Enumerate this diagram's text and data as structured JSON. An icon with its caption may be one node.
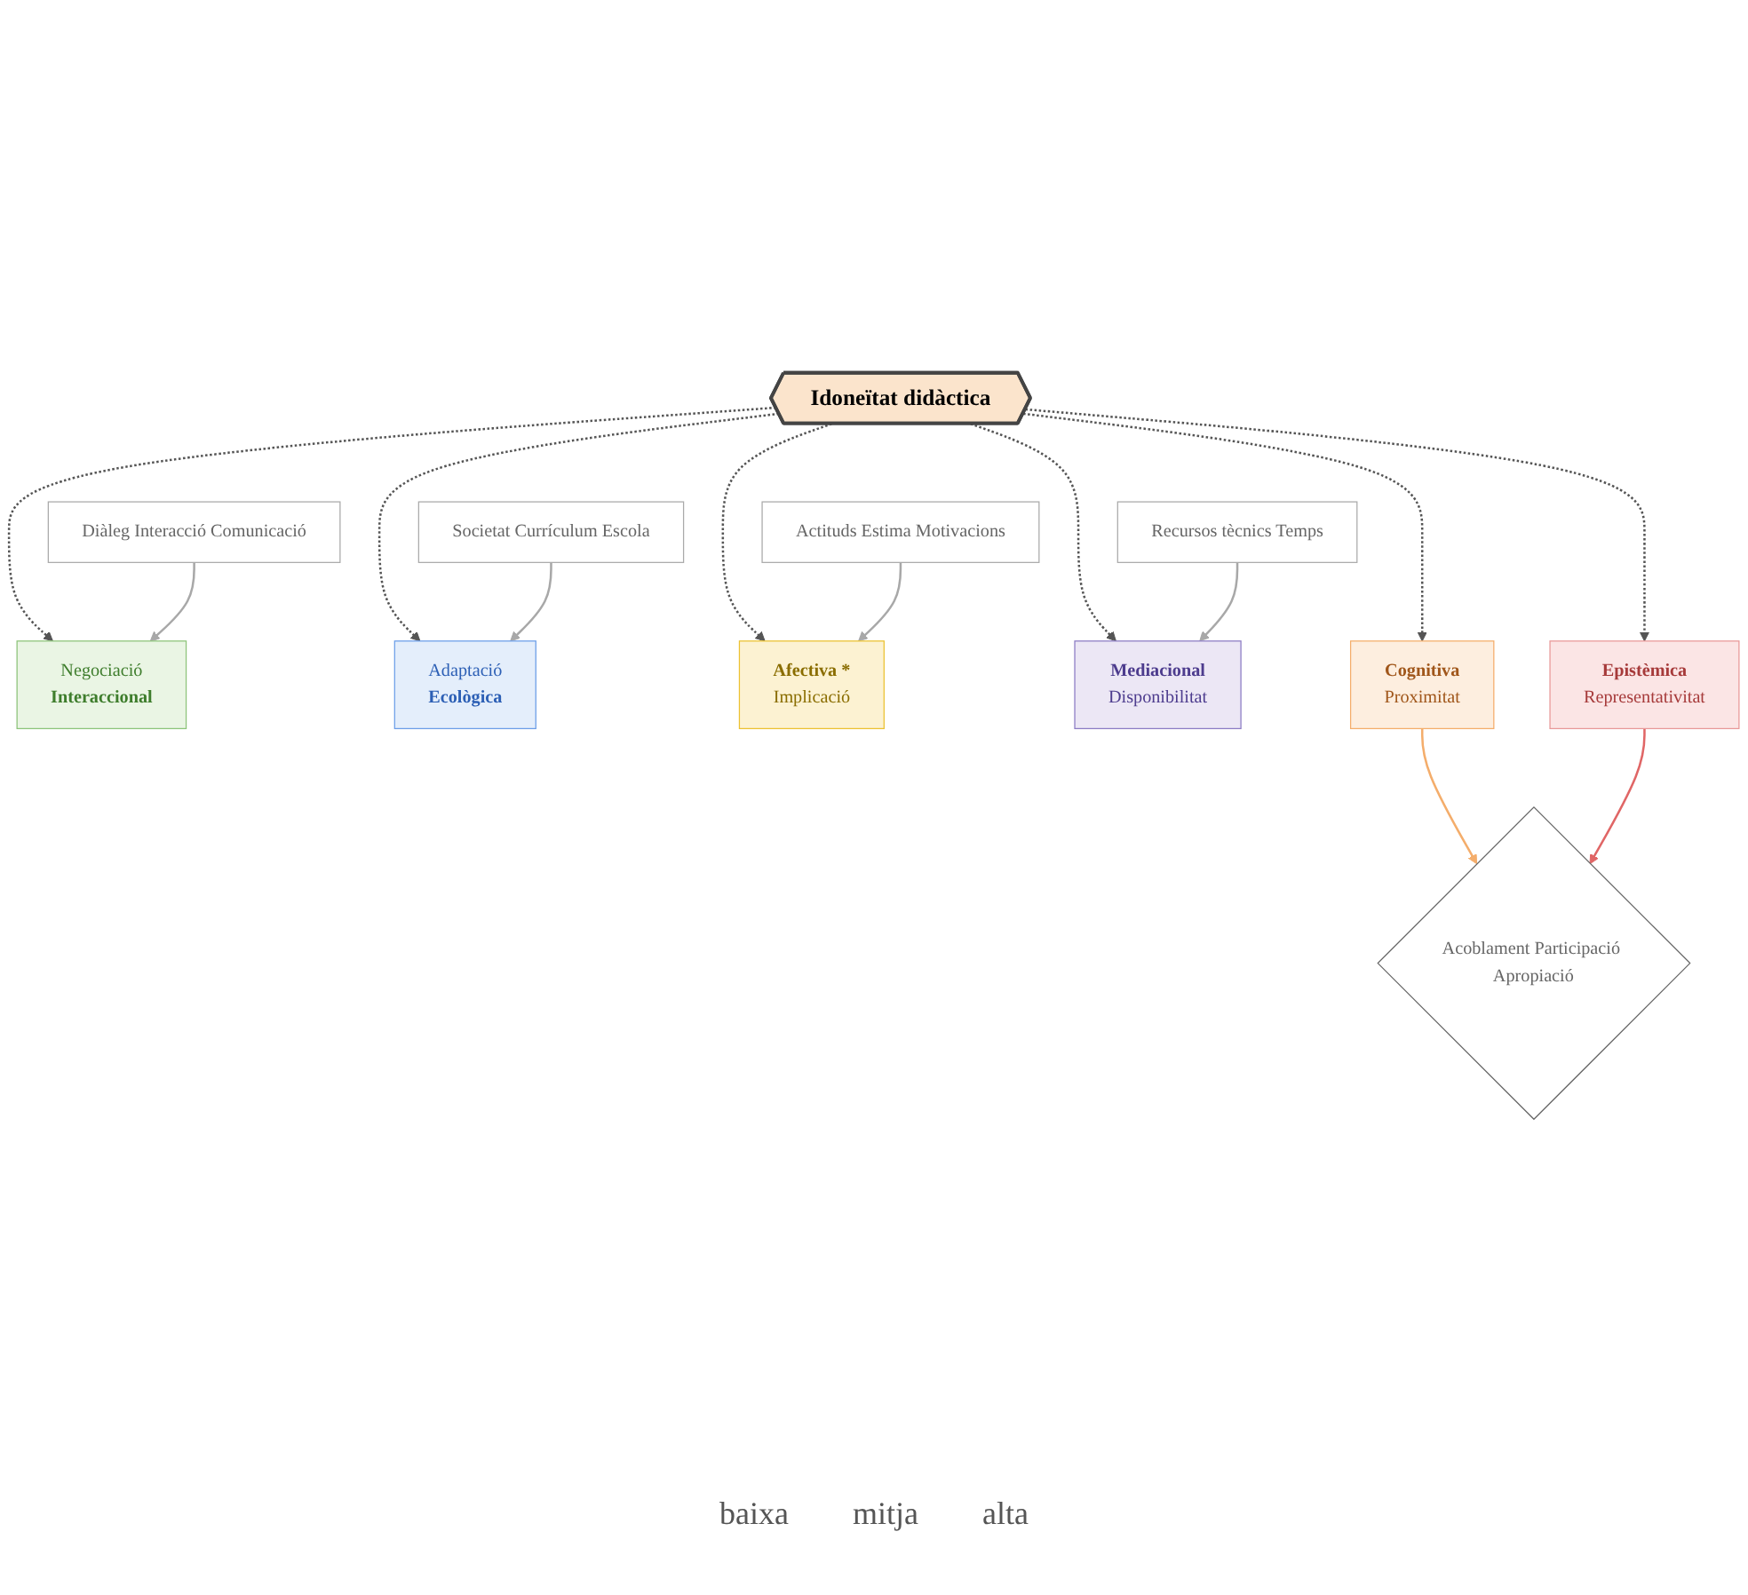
{
  "diagram": {
    "nodes": [
      {
        "text": [
          "Idoneïtat didàctica"
        ]
      },
      {
        "text": [
          "Diàleg Interacció Comunicació"
        ]
      },
      {
        "text": [
          "Negociació",
          "Interaccional"
        ]
      },
      {
        "text": [
          "Adaptació",
          "Ecològica"
        ]
      },
      {
        "text": [
          "Societat Currículum Escola"
        ]
      },
      {
        "text": [
          "Afectiva *",
          "Implicació"
        ]
      },
      {
        "text": [
          "Mediacional",
          "Disponibilitat"
        ]
      },
      {
        "text": [
          "Actituds Estima Motivacions"
        ]
      },
      {
        "text": [
          "Recursos tècnics Temps"
        ]
      },
      {
        "text": [
          "Cognitiva",
          "Proximitat"
        ]
      },
      {
        "text": [
          "Epistèmica",
          "Representativitat"
        ]
      },
      {
        "text": [
          "Acoblament Participació Apropiació"
        ]
      }
    ],
    "edges": [
      {
        "from": 0,
        "to": 2,
        "arrow": "to",
        "style": "dashed"
      },
      {
        "from": 0,
        "to": 3,
        "arrow": "to",
        "style": "dashed"
      },
      {
        "from": 0,
        "to": 5,
        "arrow": "to",
        "style": "dashed"
      },
      {
        "from": 0,
        "to": 6,
        "arrow": "to",
        "style": "dashed"
      },
      {
        "from": 0,
        "to": 9,
        "arrow": "to",
        "style": "dashed"
      },
      {
        "from": 0,
        "to": 10,
        "arrow": "to",
        "style": "dashed"
      },
      {
        "from": 1,
        "to": 2,
        "arrow": "to",
        "color": "#a8a8a8"
      },
      {
        "from": 4,
        "to": 3,
        "arrow": "to",
        "color": "#a8a8a8"
      },
      {
        "from": 7,
        "to": 5,
        "arrow": "to",
        "color": "#a8a8a8"
      },
      {
        "from": 8,
        "to": 6,
        "arrow": "to",
        "color": "#a8a8a8"
      },
      {
        "from": 9,
        "to": 11,
        "arrow": "to",
        "color": "#f4ad6b"
      },
      {
        "from": 10,
        "to": 11,
        "arrow": "to",
        "color": "#e06666"
      }
    ],
    "labels": [
      "baixa",
      "mitja",
      "alta"
    ]
  }
}
